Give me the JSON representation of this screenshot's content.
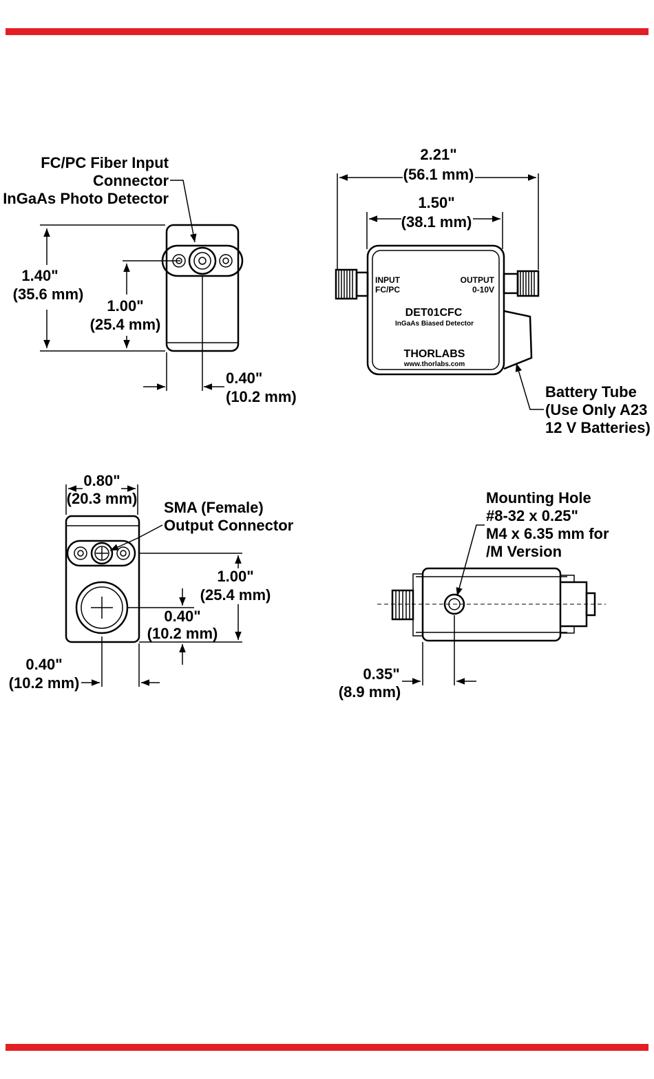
{
  "front_view": {
    "callout": [
      "FC/PC Fiber Input",
      "Connector",
      "InGaAs Photo Detector"
    ],
    "height_in": "1.40\"",
    "height_mm": "(35.6 mm)",
    "connector_height_in": "1.00\"",
    "connector_height_mm": "(25.4 mm)",
    "connector_offset_in": "0.40\"",
    "connector_offset_mm": "(10.2 mm)"
  },
  "top_view": {
    "overall_width_in": "2.21\"",
    "overall_width_mm": "(56.1 mm)",
    "body_width_in": "1.50\"",
    "body_width_mm": "(38.1 mm)",
    "input_label": [
      "INPUT",
      "FC/PC"
    ],
    "output_label": [
      "OUTPUT",
      "0-10V"
    ],
    "model": "DET01CFC",
    "subtitle": "InGaAs Biased Detector",
    "brand": "THORLABS",
    "website": "www.thorlabs.com",
    "battery_callout": [
      "Battery Tube",
      "(Use Only A23",
      "12 V Batteries)"
    ]
  },
  "rear_view": {
    "width_in": "0.80\"",
    "width_mm": "(20.3 mm)",
    "callout": [
      "SMA (Female)",
      "Output Connector"
    ],
    "sma_height_in": "1.00\"",
    "sma_height_mm": "(25.4 mm)",
    "tube_height_in": "0.40\"",
    "tube_height_mm": "(10.2 mm)",
    "side_offset_in": "0.40\"",
    "side_offset_mm": "(10.2 mm)"
  },
  "side_view": {
    "callout": [
      "Mounting Hole",
      "#8-32 x 0.25\"",
      "M4 x 6.35 mm for",
      "/M Version"
    ],
    "hole_offset_in": "0.35\"",
    "hole_offset_mm": "(8.9 mm)"
  }
}
